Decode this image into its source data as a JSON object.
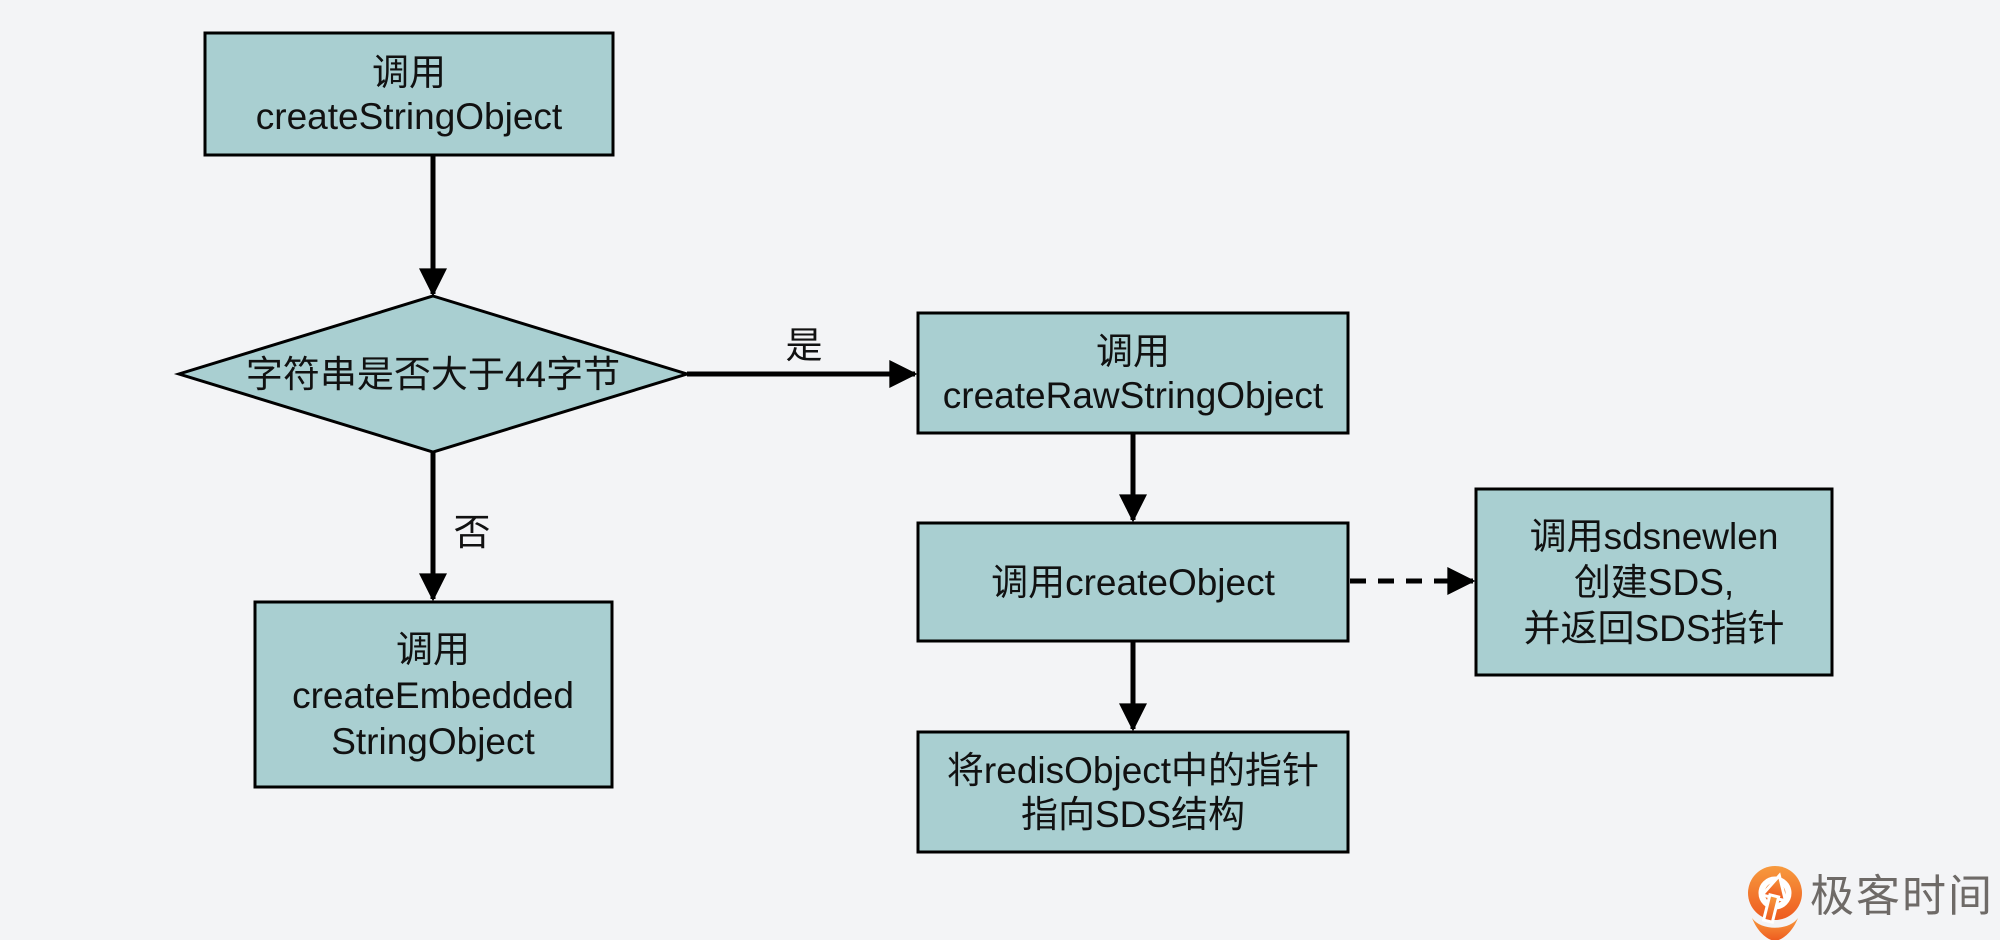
{
  "page": {
    "background": "#f3f4f6"
  },
  "diagram": {
    "colors": {
      "node_fill": "#a9cfd1",
      "node_stroke": "#000000",
      "arrow": "#000000",
      "text": "#111111"
    },
    "nodes": {
      "create_string": {
        "lines": [
          "调用",
          "createStringObject"
        ]
      },
      "decision": {
        "label": "字符串是否大于44字节"
      },
      "create_raw_string": {
        "lines": [
          "调用",
          "createRawStringObject"
        ]
      },
      "create_embedded_string": {
        "lines": [
          "调用",
          "createEmbedded",
          "StringObject"
        ]
      },
      "create_object": {
        "label": "调用createObject"
      },
      "sdsnewlen": {
        "lines": [
          "调用sdsnewlen",
          "创建SDS,",
          "并返回SDS指针"
        ]
      },
      "assign_pointer": {
        "lines": [
          "将redisObject中的指针",
          "指向SDS结构"
        ]
      }
    },
    "edge_labels": {
      "yes": "是",
      "no": "否"
    }
  },
  "branding": {
    "logo_text": "极客时间",
    "logo_text_color": "#6e6a67",
    "logo_orange_top": "#f79a3e",
    "logo_orange_bottom": "#ee5a1f"
  }
}
